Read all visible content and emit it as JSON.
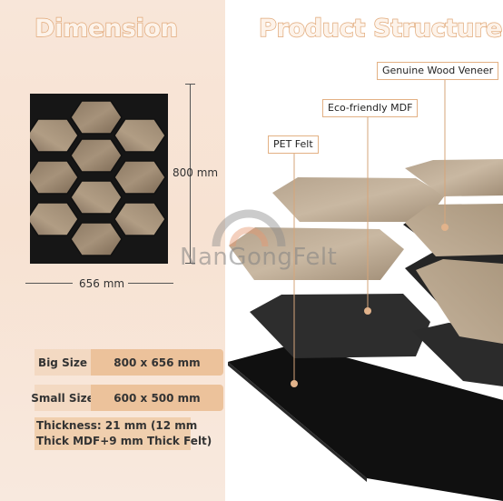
{
  "left": {
    "title": "Dimension",
    "height_label": "800 mm",
    "width_label": "656 mm",
    "specs": [
      {
        "label": "Big Size",
        "value": "800 x 656 mm"
      },
      {
        "label": "Small Size",
        "value": "600 x 500 mm"
      }
    ],
    "thickness": "Thickness: 21 mm (12 mm\nThick MDF+9 mm Thick Felt)"
  },
  "right": {
    "title": "Product Structure",
    "layers": {
      "wood": "Genuine Wood Veneer",
      "mdf": "Eco-friendly MDF",
      "felt": "PET Felt"
    }
  },
  "watermark": "NanGongFelt",
  "colors": {
    "title_fill": "#fdf3ea",
    "title_stroke": "#e1a877",
    "accent": "#e3b184",
    "spec_label_bg": "#f3d9c2",
    "spec_value_bg": "#ecc29b"
  }
}
